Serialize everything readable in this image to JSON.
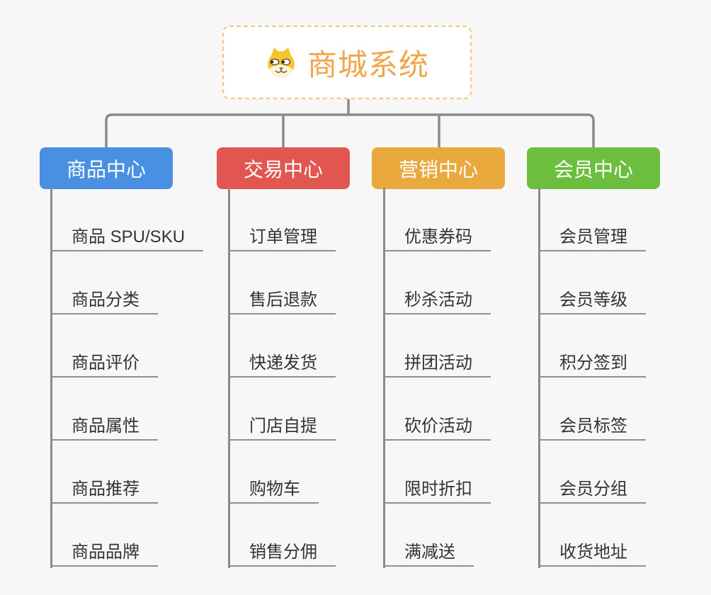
{
  "canvas": {
    "background_color": "#f7f7f7"
  },
  "connector_color": "#8a8a8a",
  "root": {
    "label": "商城系统",
    "icon": "dog-face-icon",
    "text_color": "#f0a64b",
    "border_color": "#f3c87c"
  },
  "branches": [
    {
      "label": "商品中心",
      "color": "#4a90e2",
      "children": [
        "商品 SPU/SKU",
        "商品分类",
        "商品评价",
        "商品属性",
        "商品推荐",
        "商品品牌"
      ]
    },
    {
      "label": "交易中心",
      "color": "#e25652",
      "children": [
        "订单管理",
        "售后退款",
        "快递发货",
        "门店自提",
        "购物车",
        "销售分佣"
      ]
    },
    {
      "label": "营销中心",
      "color": "#e9a93d",
      "children": [
        "优惠券码",
        "秒杀活动",
        "拼团活动",
        "砍价活动",
        "限时折扣",
        "满减送"
      ]
    },
    {
      "label": "会员中心",
      "color": "#6cbf3e",
      "children": [
        "会员管理",
        "会员等级",
        "积分签到",
        "会员标签",
        "会员分组",
        "收货地址"
      ]
    }
  ]
}
